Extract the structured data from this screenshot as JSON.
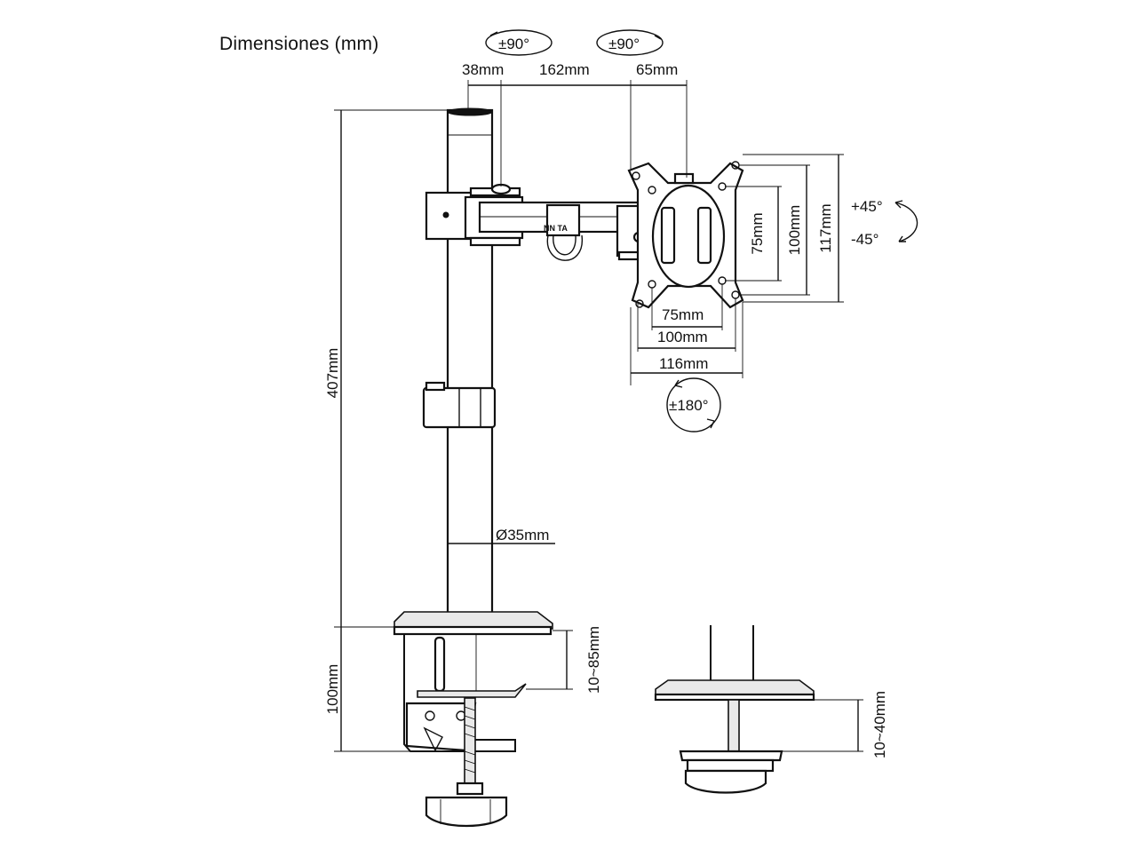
{
  "title": "Dimensiones (mm)",
  "rotation": {
    "swivel_arm": "±90°",
    "swivel_head": "±90°",
    "rotate_screen": "±180°",
    "tilt_up": "+45°",
    "tilt_down": "-45°"
  },
  "dimensions": {
    "arm_segment_1": "38mm",
    "arm_segment_2": "162mm",
    "arm_segment_3": "65mm",
    "pole_height": "407mm",
    "pole_diameter": "Ø35mm",
    "clamp_height": "100mm",
    "clamp_range": "10~85mm",
    "grommet_range": "10~40mm",
    "vesa_h_small": "75mm",
    "vesa_h_large": "100mm",
    "plate_width": "116mm",
    "vesa_v_small": "75mm",
    "vesa_v_large": "100mm",
    "plate_height": "117mm"
  },
  "brand_label": "NN TA"
}
